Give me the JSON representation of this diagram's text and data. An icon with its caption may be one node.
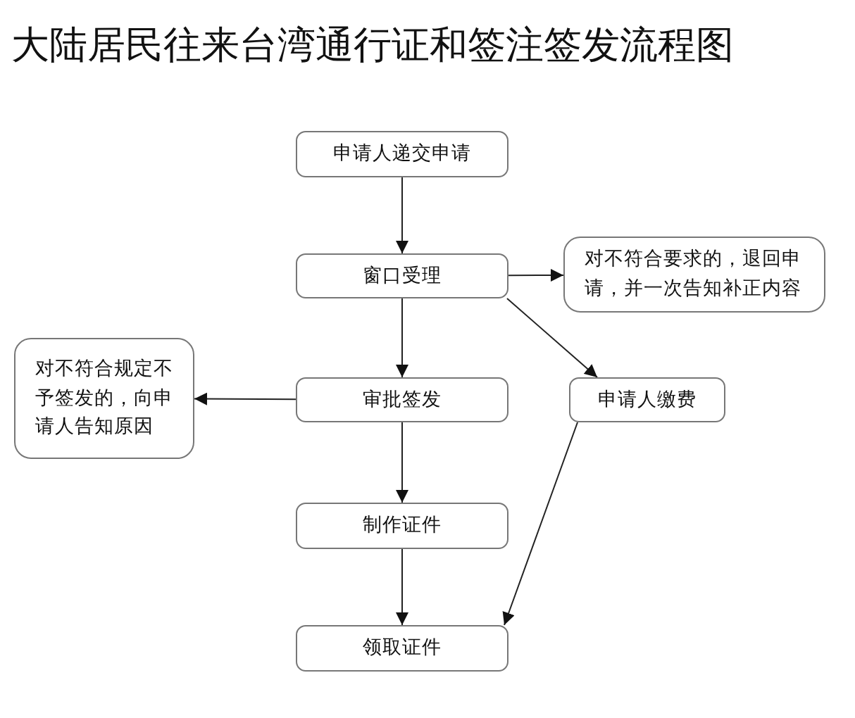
{
  "diagram": {
    "title": "大陆居民往来台湾通行证和签注签发流程图",
    "nodes": [
      {
        "text": [
          "申请人递交申请"
        ]
      },
      {
        "text": [
          "窗口受理"
        ]
      },
      {
        "text": [
          "对不符合要求的，退回申请，并一次告知补正内容"
        ]
      },
      {
        "text": [
          "对不符合规定不予签发的，向申请人告知原因"
        ]
      },
      {
        "text": [
          "审批签发"
        ]
      },
      {
        "text": [
          "申请人缴费"
        ]
      },
      {
        "text": [
          "制作证件"
        ]
      },
      {
        "text": [
          "领取证件"
        ]
      }
    ],
    "edges": [
      {
        "from": 0,
        "to": 1,
        "arrow": "to"
      },
      {
        "from": 1,
        "to": 2,
        "arrow": "to"
      },
      {
        "from": 1,
        "to": 4,
        "arrow": "to"
      },
      {
        "from": 1,
        "to": 5,
        "arrow": "to"
      },
      {
        "from": 4,
        "to": 3,
        "arrow": "to"
      },
      {
        "from": 4,
        "to": 6,
        "arrow": "to"
      },
      {
        "from": 6,
        "to": 7,
        "arrow": "to"
      },
      {
        "from": 5,
        "to": 7,
        "arrow": "to"
      }
    ]
  }
}
